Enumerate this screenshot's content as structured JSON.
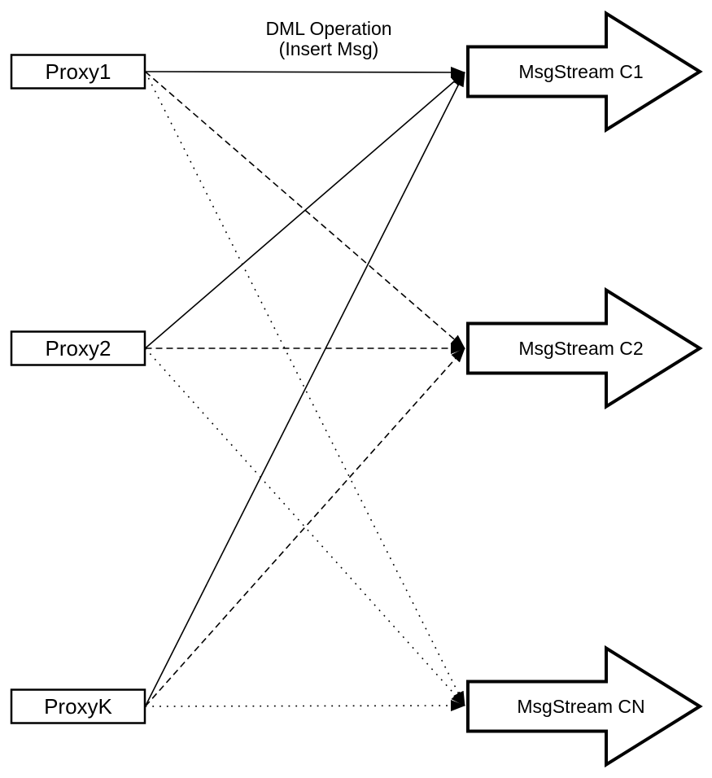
{
  "diagram": {
    "annotation": {
      "line1": "DML Operation",
      "line2": "(Insert Msg)"
    },
    "proxies": [
      {
        "id": "proxy1",
        "label": "Proxy1"
      },
      {
        "id": "proxy2",
        "label": "Proxy2"
      },
      {
        "id": "proxyk",
        "label": "ProxyK"
      }
    ],
    "streams": [
      {
        "id": "c1",
        "label": "MsgStream C1"
      },
      {
        "id": "c2",
        "label": "MsgStream C2"
      },
      {
        "id": "cn",
        "label": "MsgStream CN"
      }
    ],
    "edges": [
      {
        "from": "proxy1",
        "to": "c1",
        "style": "solid"
      },
      {
        "from": "proxy1",
        "to": "c2",
        "style": "dashed"
      },
      {
        "from": "proxy1",
        "to": "cn",
        "style": "dotted"
      },
      {
        "from": "proxy2",
        "to": "c1",
        "style": "solid"
      },
      {
        "from": "proxy2",
        "to": "c2",
        "style": "dashed"
      },
      {
        "from": "proxy2",
        "to": "cn",
        "style": "dotted"
      },
      {
        "from": "proxyk",
        "to": "c1",
        "style": "solid"
      },
      {
        "from": "proxyk",
        "to": "c2",
        "style": "dashed"
      },
      {
        "from": "proxyk",
        "to": "cn",
        "style": "dotted"
      }
    ],
    "colors": {
      "stroke": "#000000",
      "shape_fill": "#ffffff",
      "background": "#ffffff"
    }
  }
}
